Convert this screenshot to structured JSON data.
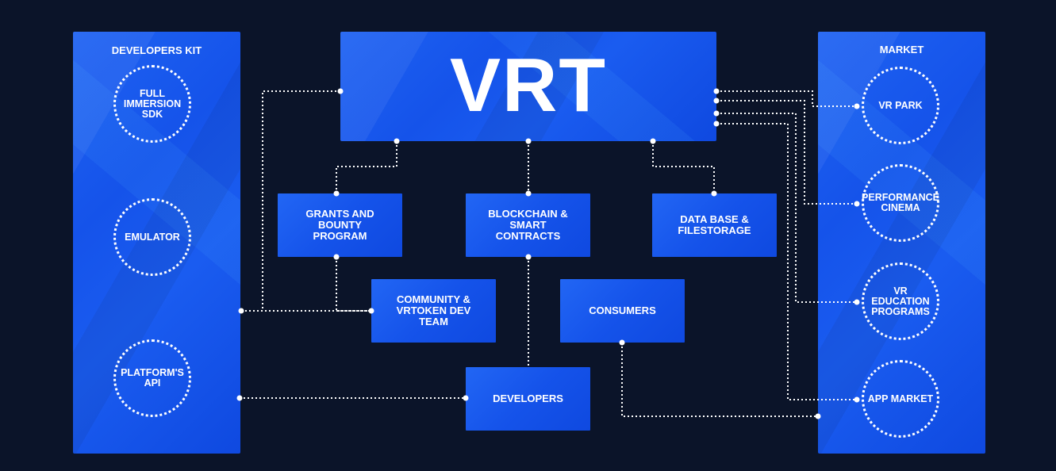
{
  "main": {
    "title": "VRT"
  },
  "developers_kit": {
    "title": "DEVELOPERS KIT",
    "items": [
      "FULL\nIMMERSION\nSDK",
      "EMULATOR",
      "PLATFORM'S\nAPI"
    ]
  },
  "market": {
    "title": "MARKET",
    "items": [
      "VR PARK",
      "PERFORMANCE\nCINEMA",
      "VR EDUCATION\nPROGRAMS",
      "APP MARKET"
    ]
  },
  "nodes": {
    "grants": "GRANTS AND\nBOUNTY\nPROGRAM",
    "blockchain": "BLOCKCHAIN &\nSMART\nCONTRACTS",
    "database": "DATA BASE &\nFILESTORAGE",
    "community": "COMMUNITY &\nVRTOKEN DEV\nTEAM",
    "consumers": "CONSUMERS",
    "developers": "DEVELOPERS"
  },
  "colors": {
    "background": "#0b1429",
    "panel_blue": "#1553ea",
    "line": "#ffffff"
  }
}
